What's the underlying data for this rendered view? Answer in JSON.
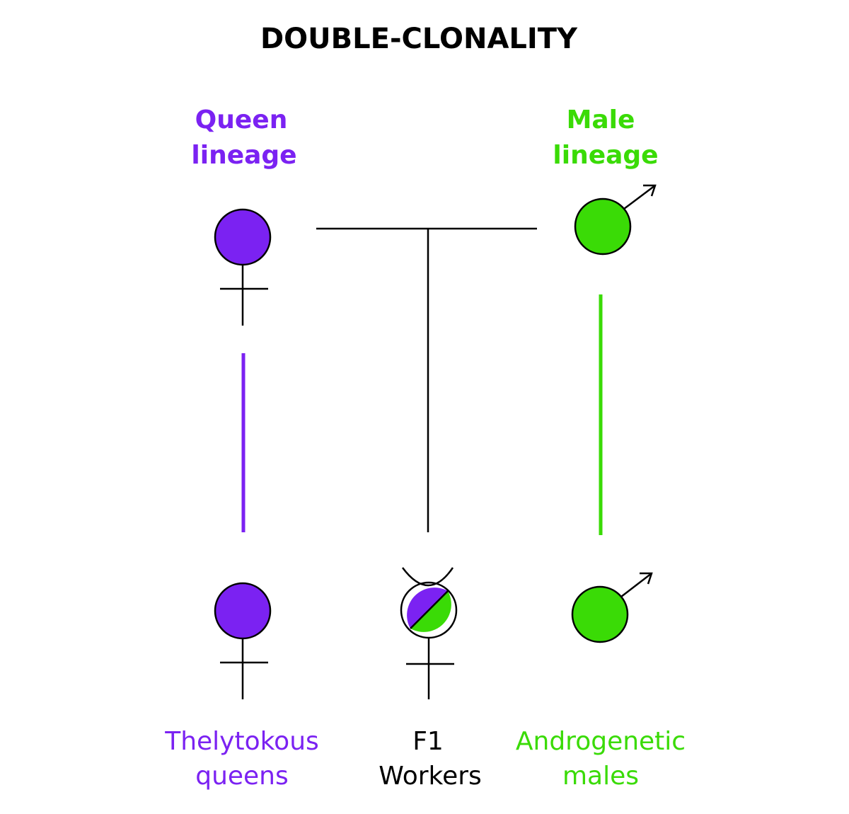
{
  "title": "DOUBLE-CLONALITY",
  "colors": {
    "queen": "#7B22F2",
    "male": "#3ADB06",
    "line": "#000000"
  },
  "top_labels": {
    "queen": [
      "Queen",
      "lineage"
    ],
    "male": [
      "Male",
      "lineage"
    ]
  },
  "bottom_labels": {
    "queens": [
      "Thelytokous",
      "queens"
    ],
    "workers": [
      "F1",
      "Workers"
    ],
    "males": [
      "Androgenetic",
      "males"
    ]
  },
  "symbols": {
    "queen_lineage": "female-symbol",
    "male_lineage": "male-symbol",
    "thelytokous_queens": "female-symbol",
    "f1_workers": "worker-symbol-half-purple-half-green",
    "androgenetic_males": "male-symbol"
  }
}
